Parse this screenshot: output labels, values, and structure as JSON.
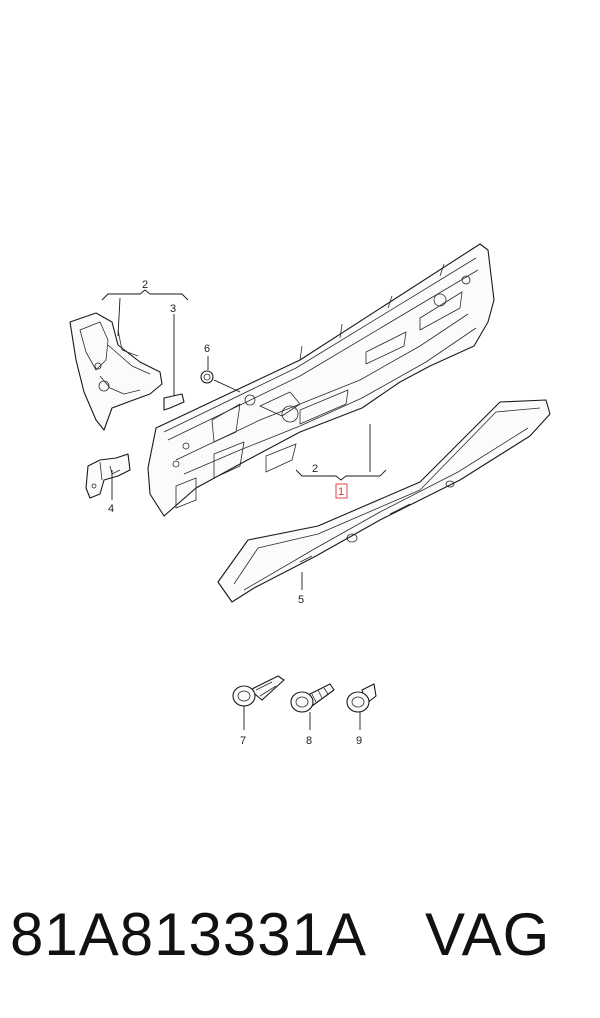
{
  "diagram": {
    "callouts": {
      "c2a": "2",
      "c3": "3",
      "c6": "6",
      "c4": "4",
      "c2b": "2",
      "c1": "1",
      "c5": "5",
      "c7": "7",
      "c8": "8",
      "c9": "9"
    },
    "highlight_color": "#dd3333"
  },
  "footer": {
    "part_number": "81A813331A",
    "brand": "VAG"
  }
}
